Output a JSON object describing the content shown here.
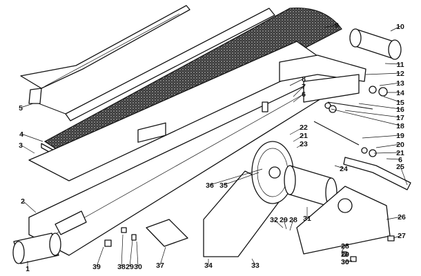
{
  "callouts": [
    {
      "id": "c1",
      "text": "1"
    },
    {
      "id": "c2",
      "text": "2"
    },
    {
      "id": "c3",
      "text": "3"
    },
    {
      "id": "c4",
      "text": "4"
    },
    {
      "id": "c5",
      "text": "5"
    },
    {
      "id": "c6a",
      "text": "6"
    },
    {
      "id": "c7",
      "text": "7"
    },
    {
      "id": "c8",
      "text": "8"
    },
    {
      "id": "c9",
      "text": "9"
    },
    {
      "id": "c10",
      "text": "10"
    },
    {
      "id": "c11",
      "text": "11"
    },
    {
      "id": "c12",
      "text": "12"
    },
    {
      "id": "c13",
      "text": "13"
    },
    {
      "id": "c14",
      "text": "14"
    },
    {
      "id": "c15",
      "text": "15"
    },
    {
      "id": "c16",
      "text": "16"
    },
    {
      "id": "c17",
      "text": "17"
    },
    {
      "id": "c18",
      "text": "18"
    },
    {
      "id": "c19",
      "text": "19"
    },
    {
      "id": "c20",
      "text": "20"
    },
    {
      "id": "c21a",
      "text": "21"
    },
    {
      "id": "c21b",
      "text": "21"
    },
    {
      "id": "c22",
      "text": "22"
    },
    {
      "id": "c23",
      "text": "23"
    },
    {
      "id": "c24",
      "text": "24"
    },
    {
      "id": "c25",
      "text": "25"
    },
    {
      "id": "c6b",
      "text": "6"
    },
    {
      "id": "c26",
      "text": "26"
    },
    {
      "id": "c27",
      "text": "27"
    },
    {
      "id": "c28a",
      "text": "28"
    },
    {
      "id": "c29a",
      "text": "29"
    },
    {
      "id": "c30a",
      "text": "30"
    },
    {
      "id": "c31",
      "text": "31"
    },
    {
      "id": "c32",
      "text": "32"
    },
    {
      "id": "c29b",
      "text": "29"
    },
    {
      "id": "c28b",
      "text": "28"
    },
    {
      "id": "c33",
      "text": "33"
    },
    {
      "id": "c34",
      "text": "34"
    },
    {
      "id": "c35",
      "text": "35"
    },
    {
      "id": "c36",
      "text": "36"
    },
    {
      "id": "c37",
      "text": "37"
    },
    {
      "id": "c38",
      "text": "38"
    },
    {
      "id": "c29c",
      "text": "29"
    },
    {
      "id": "c30b",
      "text": "30"
    },
    {
      "id": "c39",
      "text": "39"
    },
    {
      "id": "c28c",
      "text": "28"
    },
    {
      "id": "c29d",
      "text": "29"
    },
    {
      "id": "c30c",
      "text": "30"
    }
  ]
}
